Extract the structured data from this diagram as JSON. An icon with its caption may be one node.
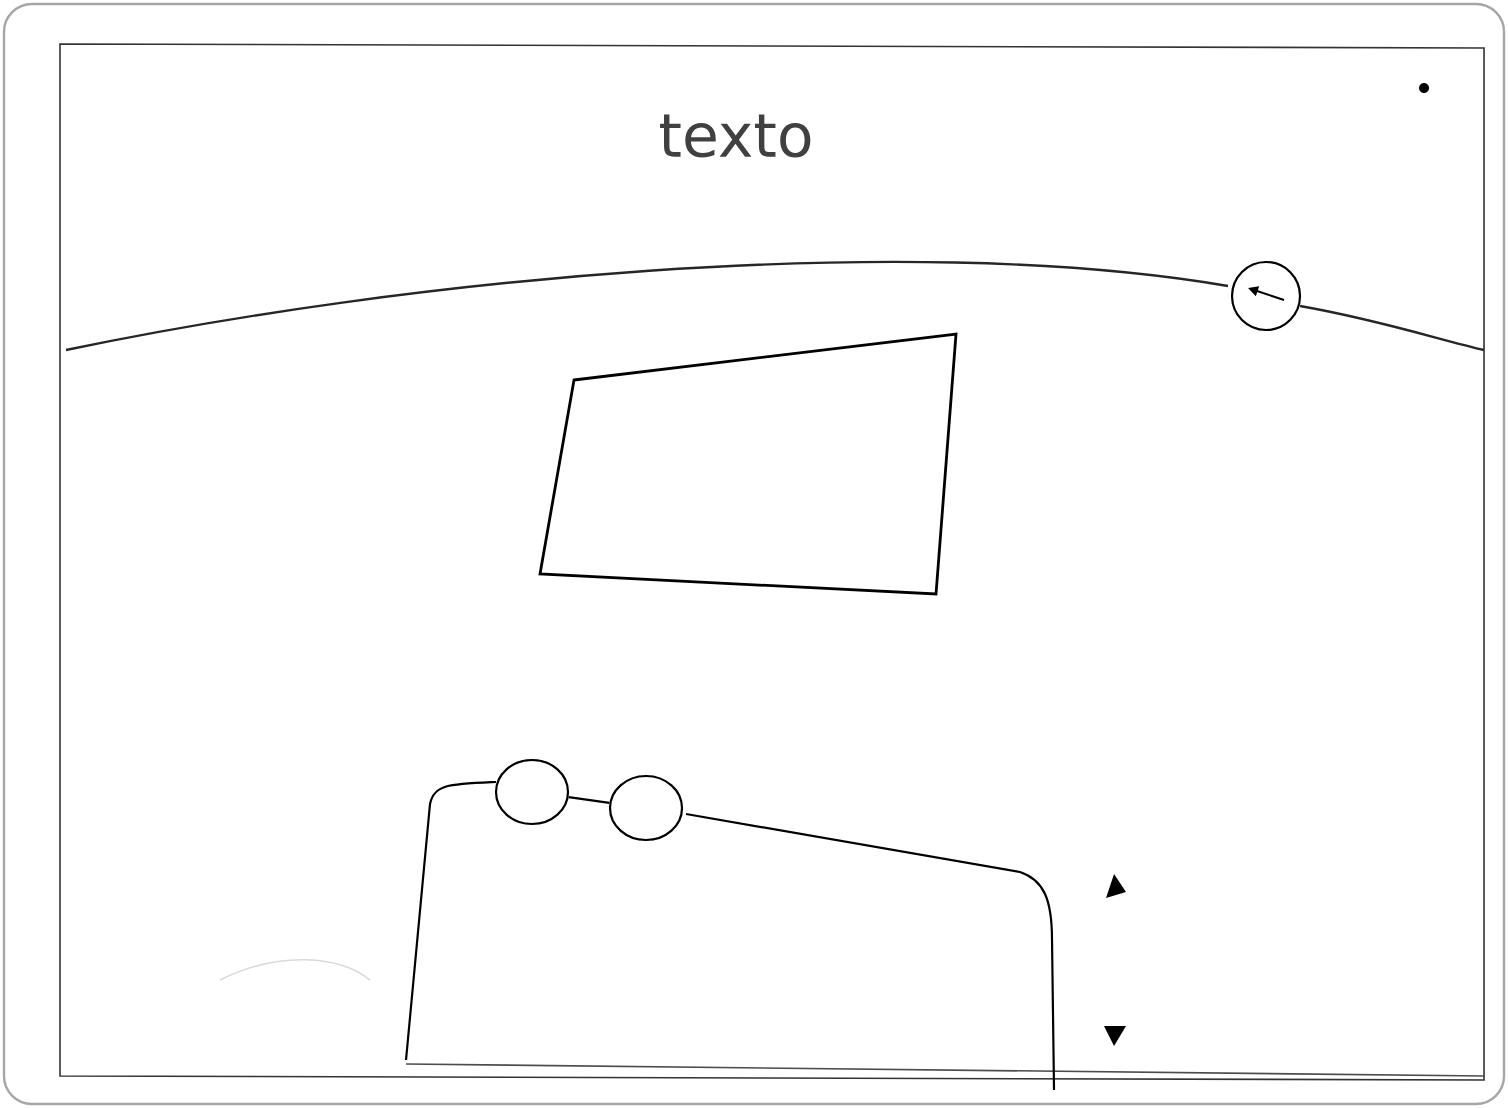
{
  "diagram": {
    "nodes": [
      {
        "text": [],
        "shape": "box"
      },
      {
        "text": [],
        "shape": "circle"
      },
      {
        "text": [],
        "shape": "circle"
      }
    ],
    "edges": [
      {
        "from": 1,
        "to": 2,
        "arrow": "none"
      }
    ],
    "labels": [
      "texto"
    ]
  }
}
